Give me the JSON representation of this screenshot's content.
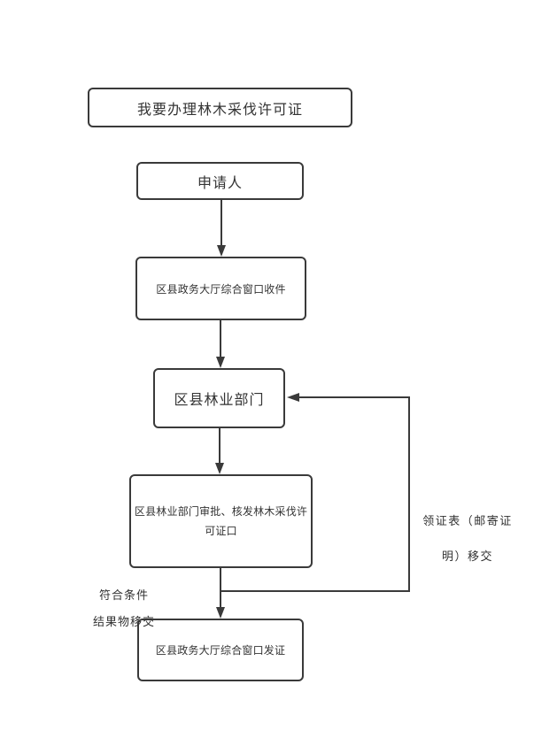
{
  "diagram": {
    "type": "flowchart",
    "colors": {
      "stroke": "#3a3a3a",
      "text": "#333333",
      "background": "#ffffff"
    },
    "nodes": {
      "start": {
        "label": "我要办理林木采伐许可证"
      },
      "applicant": {
        "label": "申请人"
      },
      "window_receive": {
        "label": "区县政务大厅综合窗口收件"
      },
      "forestry_dept": {
        "label": "区县林业部门"
      },
      "approval": {
        "label": "区县林业部门审批、核发林木采伐许可证口"
      },
      "window_issue": {
        "label": "区县政务大厅综合窗口发证"
      }
    },
    "edge_labels": {
      "result_transfer": {
        "line1": "符合条件",
        "line2": "结果物移交"
      },
      "certificate_transfer": {
        "line1": "领证表（邮寄证",
        "line2": "明）移交"
      }
    },
    "edges": [
      {
        "from": "applicant",
        "to": "window_receive"
      },
      {
        "from": "window_receive",
        "to": "forestry_dept"
      },
      {
        "from": "forestry_dept",
        "to": "approval"
      },
      {
        "from": "approval",
        "to": "window_issue",
        "label": "符合条件 结果物移交"
      },
      {
        "from": "approval",
        "to": "forestry_dept",
        "label": "领证表（邮寄证明）移交",
        "kind": "feedback-loop"
      }
    ]
  }
}
